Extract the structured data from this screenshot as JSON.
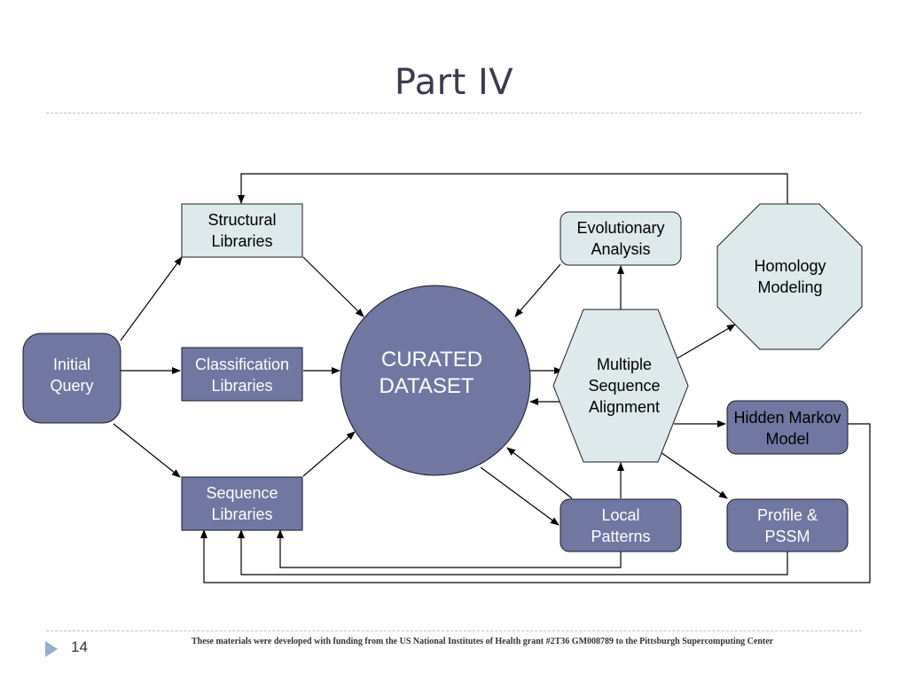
{
  "slide": {
    "title": "Part IV",
    "page_number": "14",
    "footer": "These materials were developed with funding from the US National Institutes of Health grant #2T36 GM008789 to the Pittsburgh Supercomputing Center"
  },
  "diagram": {
    "nodes": {
      "initial_query": [
        "Initial",
        "Query"
      ],
      "structural_libraries": [
        "Structural",
        "Libraries"
      ],
      "classification_libraries": [
        "Classification",
        "Libraries"
      ],
      "sequence_libraries": [
        "Sequence",
        "Libraries"
      ],
      "curated_dataset": [
        "CURATED",
        "DATASET"
      ],
      "evolutionary_analysis": [
        "Evolutionary",
        "Analysis"
      ],
      "multiple_sequence_alignment": [
        "Multiple",
        "Sequence",
        "Alignment"
      ],
      "homology_modeling": [
        "Homology",
        "Modeling"
      ],
      "hidden_markov_model": [
        "Hidden Markov",
        "Model"
      ],
      "local_patterns": [
        "Local",
        "Patterns"
      ],
      "profile_pssm": [
        "Profile &",
        "PSSM"
      ]
    },
    "colors": {
      "dark_fill": "#7077a1",
      "light_fill": "#dde9ea",
      "stroke": "#1b1b28",
      "title": "#3b3b4f",
      "footer_marker": "#8fb0cf"
    }
  }
}
